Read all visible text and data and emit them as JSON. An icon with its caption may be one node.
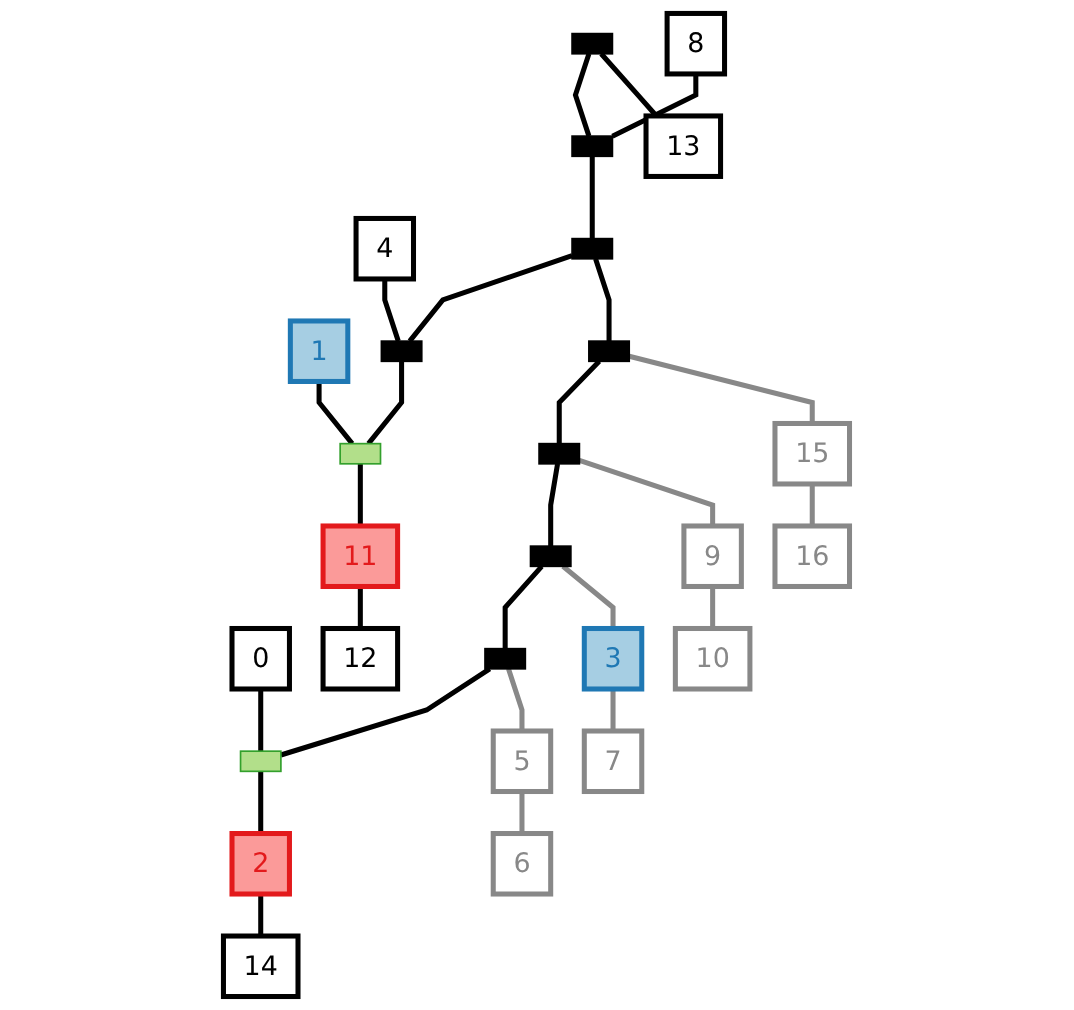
{
  "diagram": {
    "nodes": [
      {
        "text": [
          "0"
        ]
      },
      {
        "text": [
          "1"
        ]
      },
      {
        "text": [
          "2"
        ]
      },
      {
        "text": [
          "3"
        ]
      },
      {
        "text": [
          "4"
        ]
      },
      {
        "text": [
          "5"
        ]
      },
      {
        "text": [
          "6"
        ]
      },
      {
        "text": [
          "7"
        ]
      },
      {
        "text": [
          "8"
        ]
      },
      {
        "text": [
          "9"
        ]
      },
      {
        "text": [
          "10"
        ]
      },
      {
        "text": [
          "11"
        ]
      },
      {
        "text": [
          "12"
        ]
      },
      {
        "text": [
          "13"
        ]
      },
      {
        "text": [
          "14"
        ]
      },
      {
        "text": [
          "15"
        ]
      },
      {
        "text": [
          "16"
        ]
      },
      {
        "text": [],
        "shape": "box"
      },
      {
        "text": [],
        "shape": "box"
      },
      {
        "text": [],
        "shape": "box"
      },
      {
        "text": [],
        "shape": "box"
      },
      {
        "text": [],
        "shape": "box"
      },
      {
        "text": [],
        "shape": "box"
      },
      {
        "text": [],
        "shape": "box"
      },
      {
        "text": [],
        "shape": "box"
      },
      {
        "text": [],
        "shape": "box"
      },
      {
        "text": [],
        "shape": "box"
      }
    ],
    "edges": [
      {
        "from": 17,
        "to": 13,
        "arrow": "none"
      },
      {
        "from": 17,
        "to": 18,
        "arrow": "none"
      },
      {
        "from": 8,
        "to": 18,
        "arrow": "none"
      },
      {
        "from": 18,
        "to": 19,
        "arrow": "none"
      },
      {
        "from": 19,
        "to": 20,
        "arrow": "none"
      },
      {
        "from": 20,
        "to": 15,
        "arrow": "none",
        "color": "#888888"
      },
      {
        "from": 20,
        "to": 21,
        "arrow": "none"
      },
      {
        "from": 21,
        "to": 9,
        "arrow": "none",
        "color": "#888888"
      },
      {
        "from": 9,
        "to": 10,
        "arrow": "none",
        "color": "#888888"
      },
      {
        "from": 21,
        "to": 22,
        "arrow": "none"
      },
      {
        "from": 22,
        "to": 3,
        "arrow": "none",
        "color": "#888888"
      },
      {
        "from": 19,
        "to": 23,
        "arrow": "none"
      },
      {
        "from": 4,
        "to": 23,
        "arrow": "none"
      },
      {
        "from": 22,
        "to": 24,
        "arrow": "none"
      },
      {
        "from": 24,
        "to": 5,
        "arrow": "none",
        "color": "#888888"
      },
      {
        "from": 5,
        "to": 6,
        "arrow": "none",
        "color": "#888888"
      },
      {
        "from": 23,
        "to": 25,
        "arrow": "none"
      },
      {
        "from": 1,
        "to": 25,
        "arrow": "none"
      },
      {
        "from": 24,
        "to": 26,
        "arrow": "none"
      },
      {
        "from": 0,
        "to": 26,
        "arrow": "none"
      },
      {
        "from": 3,
        "to": 7,
        "arrow": "none",
        "color": "#888888"
      },
      {
        "from": 26,
        "to": 2,
        "arrow": "none"
      },
      {
        "from": 2,
        "to": 14,
        "arrow": "none"
      },
      {
        "from": 15,
        "to": 16,
        "arrow": "none",
        "color": "#888888"
      },
      {
        "from": 25,
        "to": 11,
        "arrow": "none"
      },
      {
        "from": 11,
        "to": 12,
        "arrow": "none"
      }
    ]
  }
}
